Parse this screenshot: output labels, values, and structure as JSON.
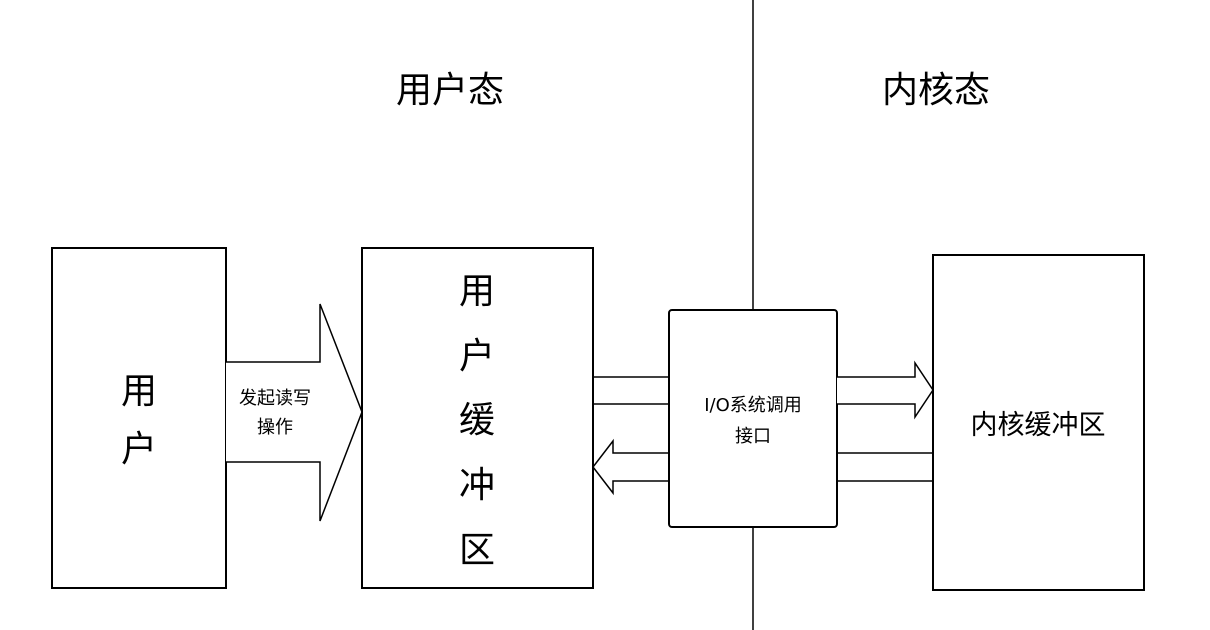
{
  "regions": {
    "user_mode": {
      "title": "用户态"
    },
    "kernel_mode": {
      "title": "内核态"
    }
  },
  "nodes": {
    "user": {
      "label_lines": [
        "用",
        "户"
      ]
    },
    "user_buffer": {
      "label_lines": [
        "用",
        "户",
        "缓",
        "冲",
        "区"
      ]
    },
    "io_interface": {
      "label_lines": [
        "I/O系统调用",
        "接口"
      ]
    },
    "kernel_buffer": {
      "label": "内核缓冲区"
    }
  },
  "edges": {
    "user_to_buffer": {
      "label_lines": [
        "发起读写",
        "操作"
      ]
    }
  },
  "colors": {
    "stroke": "#000000",
    "background": "#ffffff"
  }
}
